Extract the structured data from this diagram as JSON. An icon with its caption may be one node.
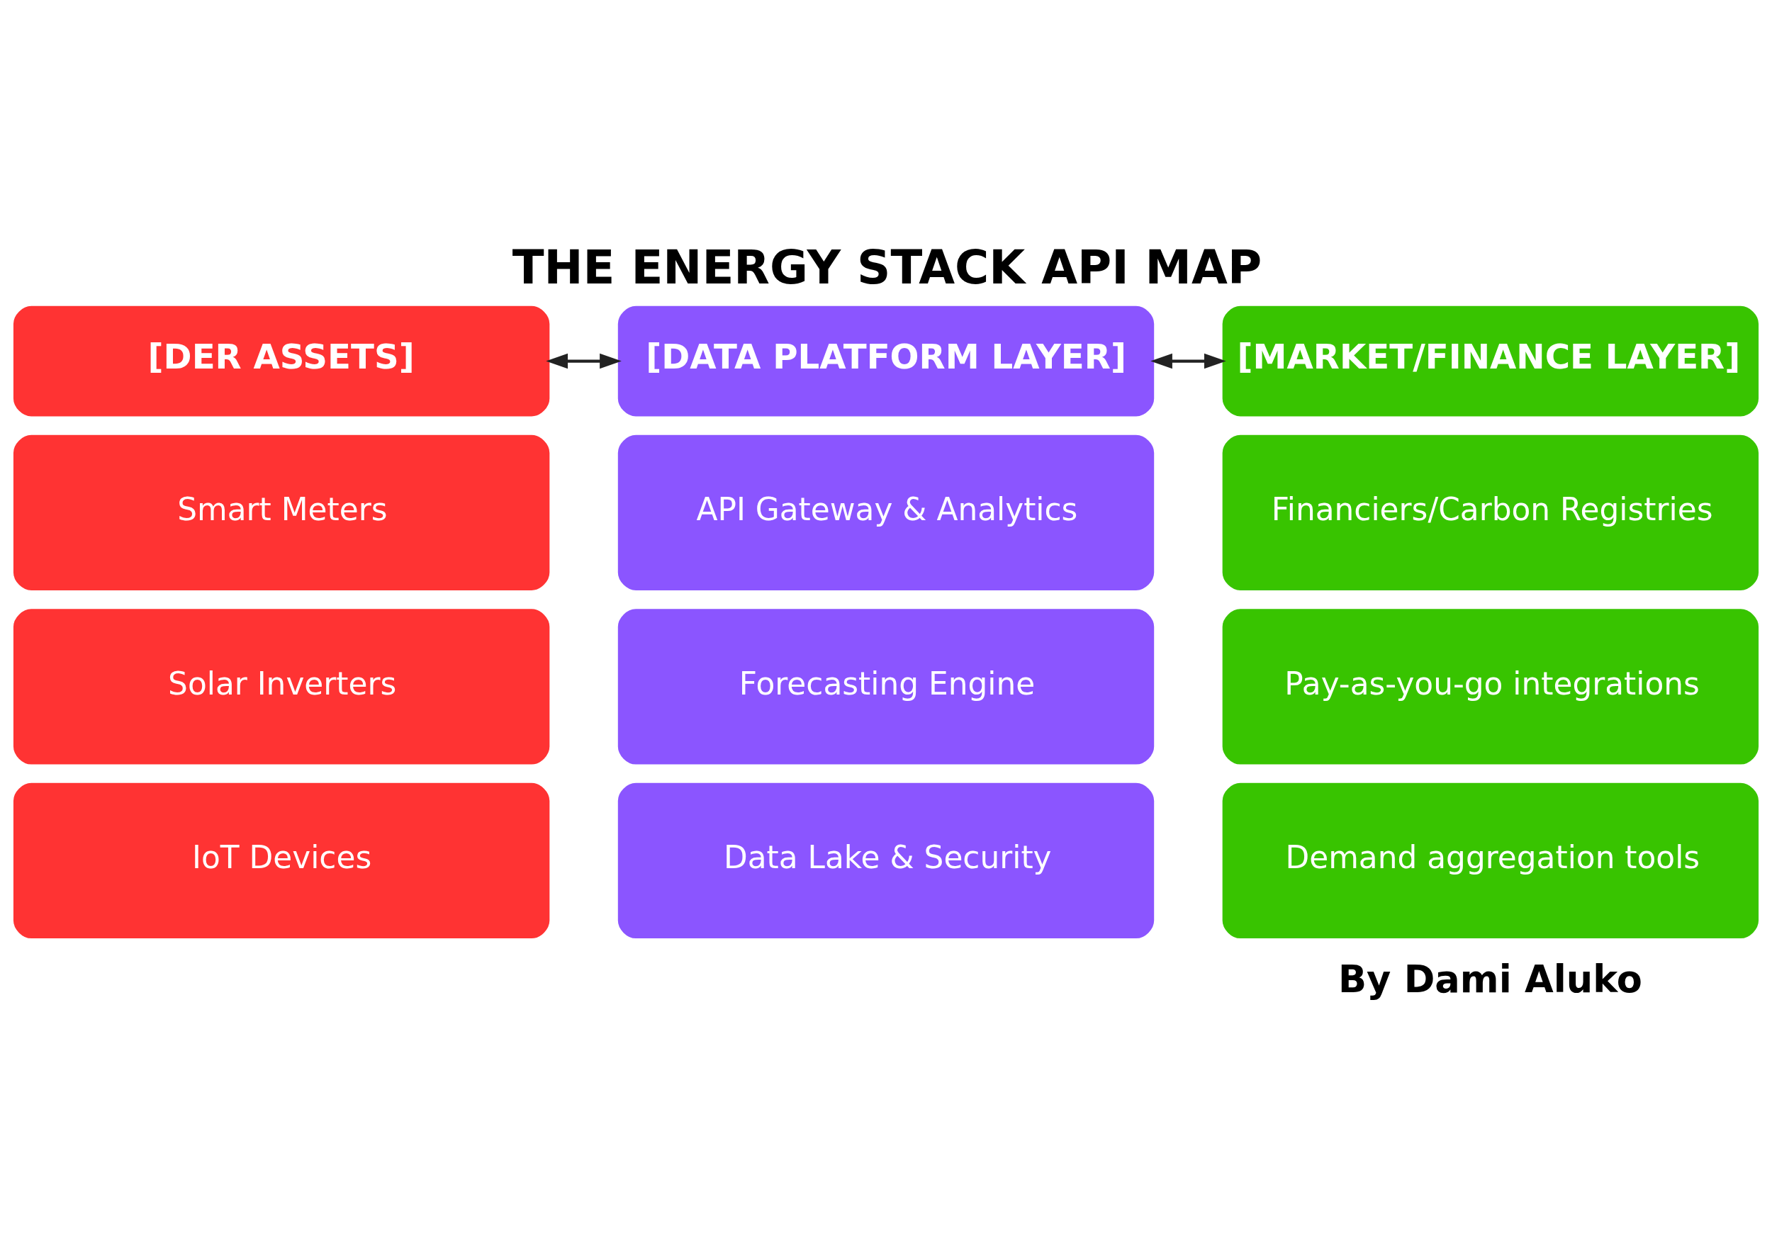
{
  "diagram": {
    "title": "THE ENERGY STACK API MAP",
    "nodes": [
      {
        "text": [
          "[DER ASSETS]"
        ]
      },
      {
        "text": [
          "[DATA PLATFORM LAYER]"
        ]
      },
      {
        "text": [
          "[MARKET/FINANCE LAYER]"
        ]
      },
      {
        "text": [
          "Smart Meters"
        ]
      },
      {
        "text": [
          "API Gateway & Analytics"
        ]
      },
      {
        "text": [
          "Financiers/Carbon Registries"
        ]
      },
      {
        "text": [
          "Solar Inverters"
        ]
      },
      {
        "text": [
          "Forecasting Engine"
        ]
      },
      {
        "text": [
          "Pay-as-you-go integrations"
        ]
      },
      {
        "text": [
          "IoT Devices"
        ]
      },
      {
        "text": [
          "Data Lake & Security"
        ]
      },
      {
        "text": [
          "Demand aggregation tools"
        ]
      }
    ],
    "edges": [
      {
        "from": 0,
        "to": 1,
        "arrow": "both"
      },
      {
        "from": 1,
        "to": 2,
        "arrow": "both"
      }
    ],
    "labels": [
      "By Dami Aluko"
    ]
  }
}
